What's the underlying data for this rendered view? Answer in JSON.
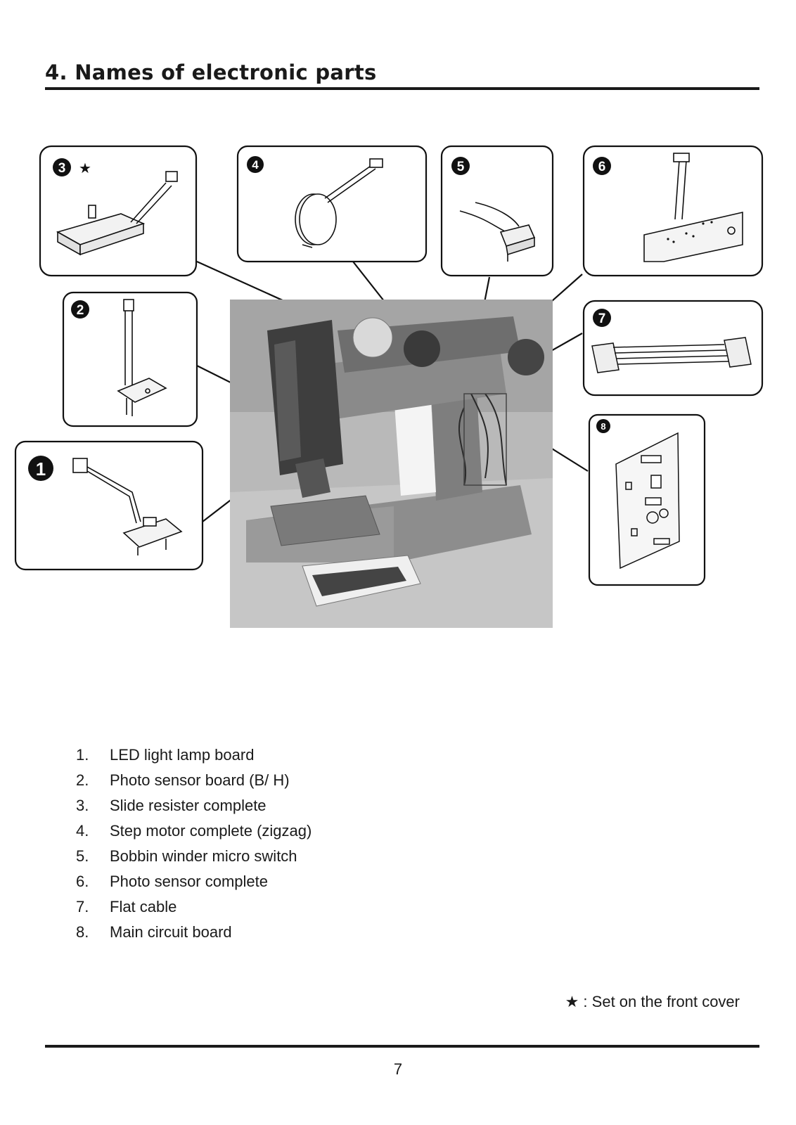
{
  "page_title": "4. Names of electronic parts",
  "parts": [
    {
      "num": "1.",
      "label": "LED light lamp board"
    },
    {
      "num": "2.",
      "label": "Photo sensor board (B/ H)"
    },
    {
      "num": "3.",
      "label": "Slide resister complete"
    },
    {
      "num": "4.",
      "label": "Step motor complete (zigzag)"
    },
    {
      "num": "5.",
      "label": "Bobbin winder micro switch"
    },
    {
      "num": "6.",
      "label": "Photo sensor complete"
    },
    {
      "num": "7.",
      "label": "Flat cable"
    },
    {
      "num": "8.",
      "label": "Main circuit board"
    }
  ],
  "callouts": {
    "c1": "1",
    "c2": "2",
    "c3": "3",
    "c4": "4",
    "c5": "5",
    "c6": "6",
    "c7": "7",
    "c8": "8",
    "star": "★"
  },
  "footnote": "★ : Set on the front cover",
  "page_number": "7"
}
